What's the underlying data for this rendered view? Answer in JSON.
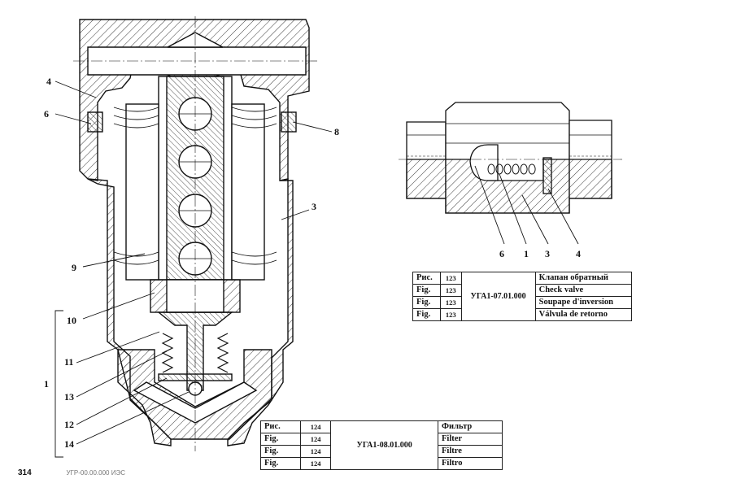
{
  "filter_view": {
    "callouts": [
      "4",
      "6",
      "8",
      "3",
      "9",
      "10",
      "11",
      "13",
      "12",
      "14"
    ],
    "group_label": "1"
  },
  "check_valve_view": {
    "callouts": [
      "6",
      "1",
      "3",
      "4"
    ]
  },
  "table_check_valve": {
    "code": "УГА1-07.01.000",
    "rows": [
      {
        "prefix": "Рис.",
        "num": "123",
        "title": "Клапан обратный"
      },
      {
        "prefix": "Fig.",
        "num": "123",
        "title": "Check valve"
      },
      {
        "prefix": "Fig.",
        "num": "123",
        "title": "Soupape d'inversion"
      },
      {
        "prefix": "Fig.",
        "num": "123",
        "title": "Válvula de retorno"
      }
    ]
  },
  "table_filter": {
    "code": "УГА1-08.01.000",
    "rows": [
      {
        "prefix": "Рис.",
        "num": "124",
        "title": "Фильтр"
      },
      {
        "prefix": "Fig.",
        "num": "124",
        "title": "Filter"
      },
      {
        "prefix": "Fig.",
        "num": "124",
        "title": "Filtre"
      },
      {
        "prefix": "Fig.",
        "num": "124",
        "title": "Filtro"
      }
    ]
  },
  "page": {
    "number": "314",
    "doc_code": "УГР-00.00.000 ИЭС"
  }
}
